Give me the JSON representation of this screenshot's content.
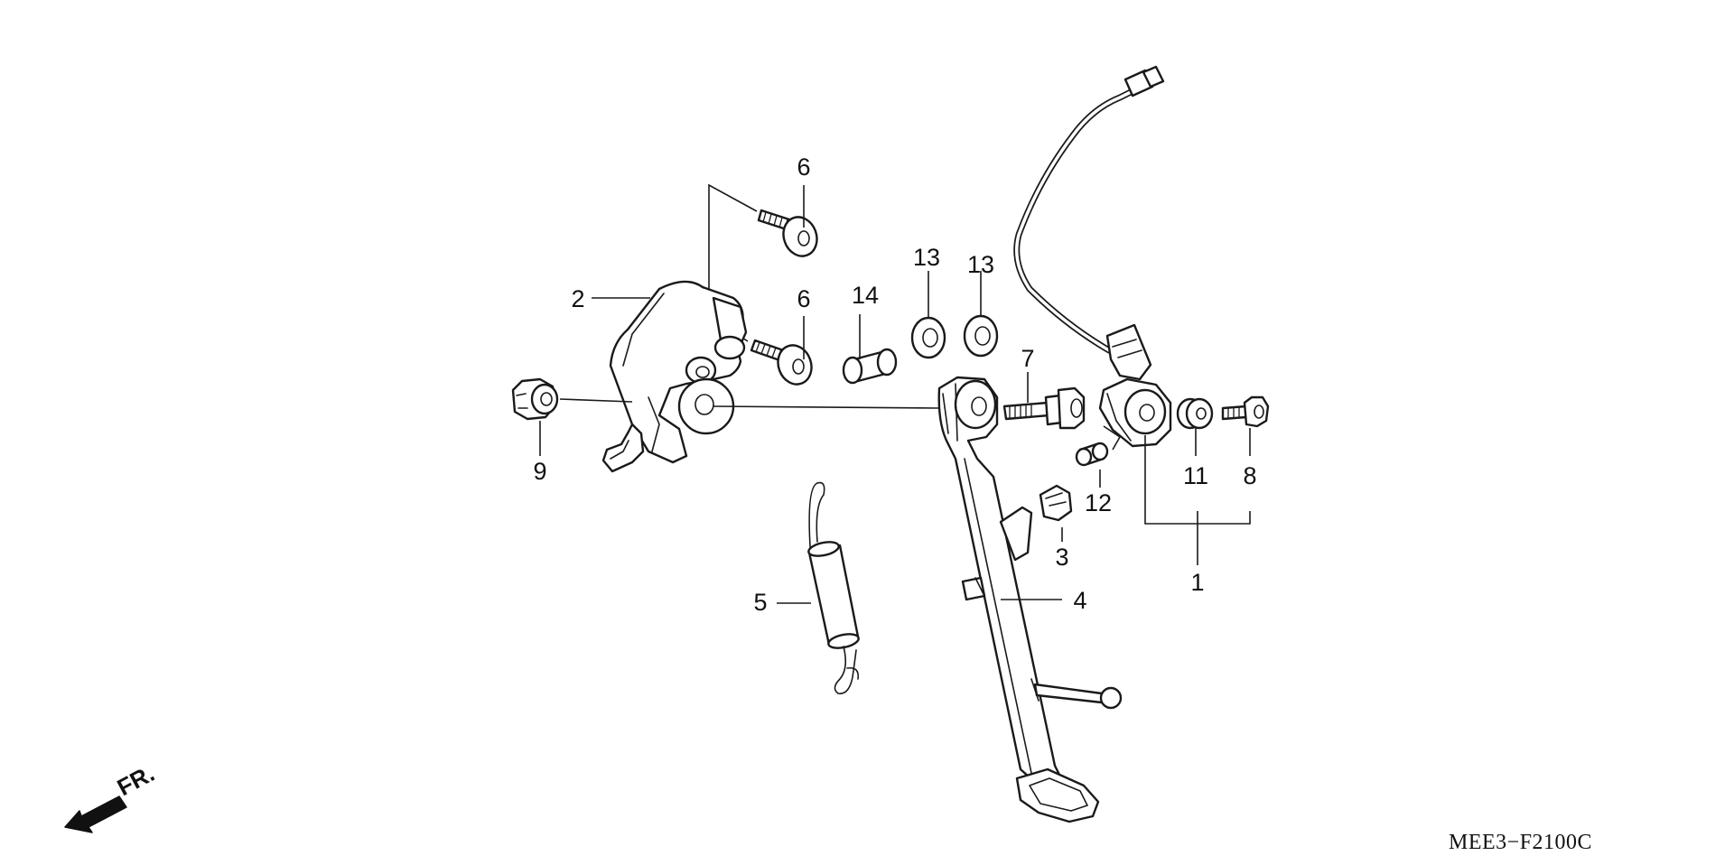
{
  "callouts": {
    "c1": "1",
    "c2": "2",
    "c3": "3",
    "c4": "4",
    "c5": "5",
    "c6a": "6",
    "c6b": "6",
    "c7": "7",
    "c8": "8",
    "c9": "9",
    "c11": "11",
    "c12": "12",
    "c13a": "13",
    "c13b": "13",
    "c14": "14"
  },
  "direction_label": "FR.",
  "diagram_code": "MEE3−F2100C"
}
